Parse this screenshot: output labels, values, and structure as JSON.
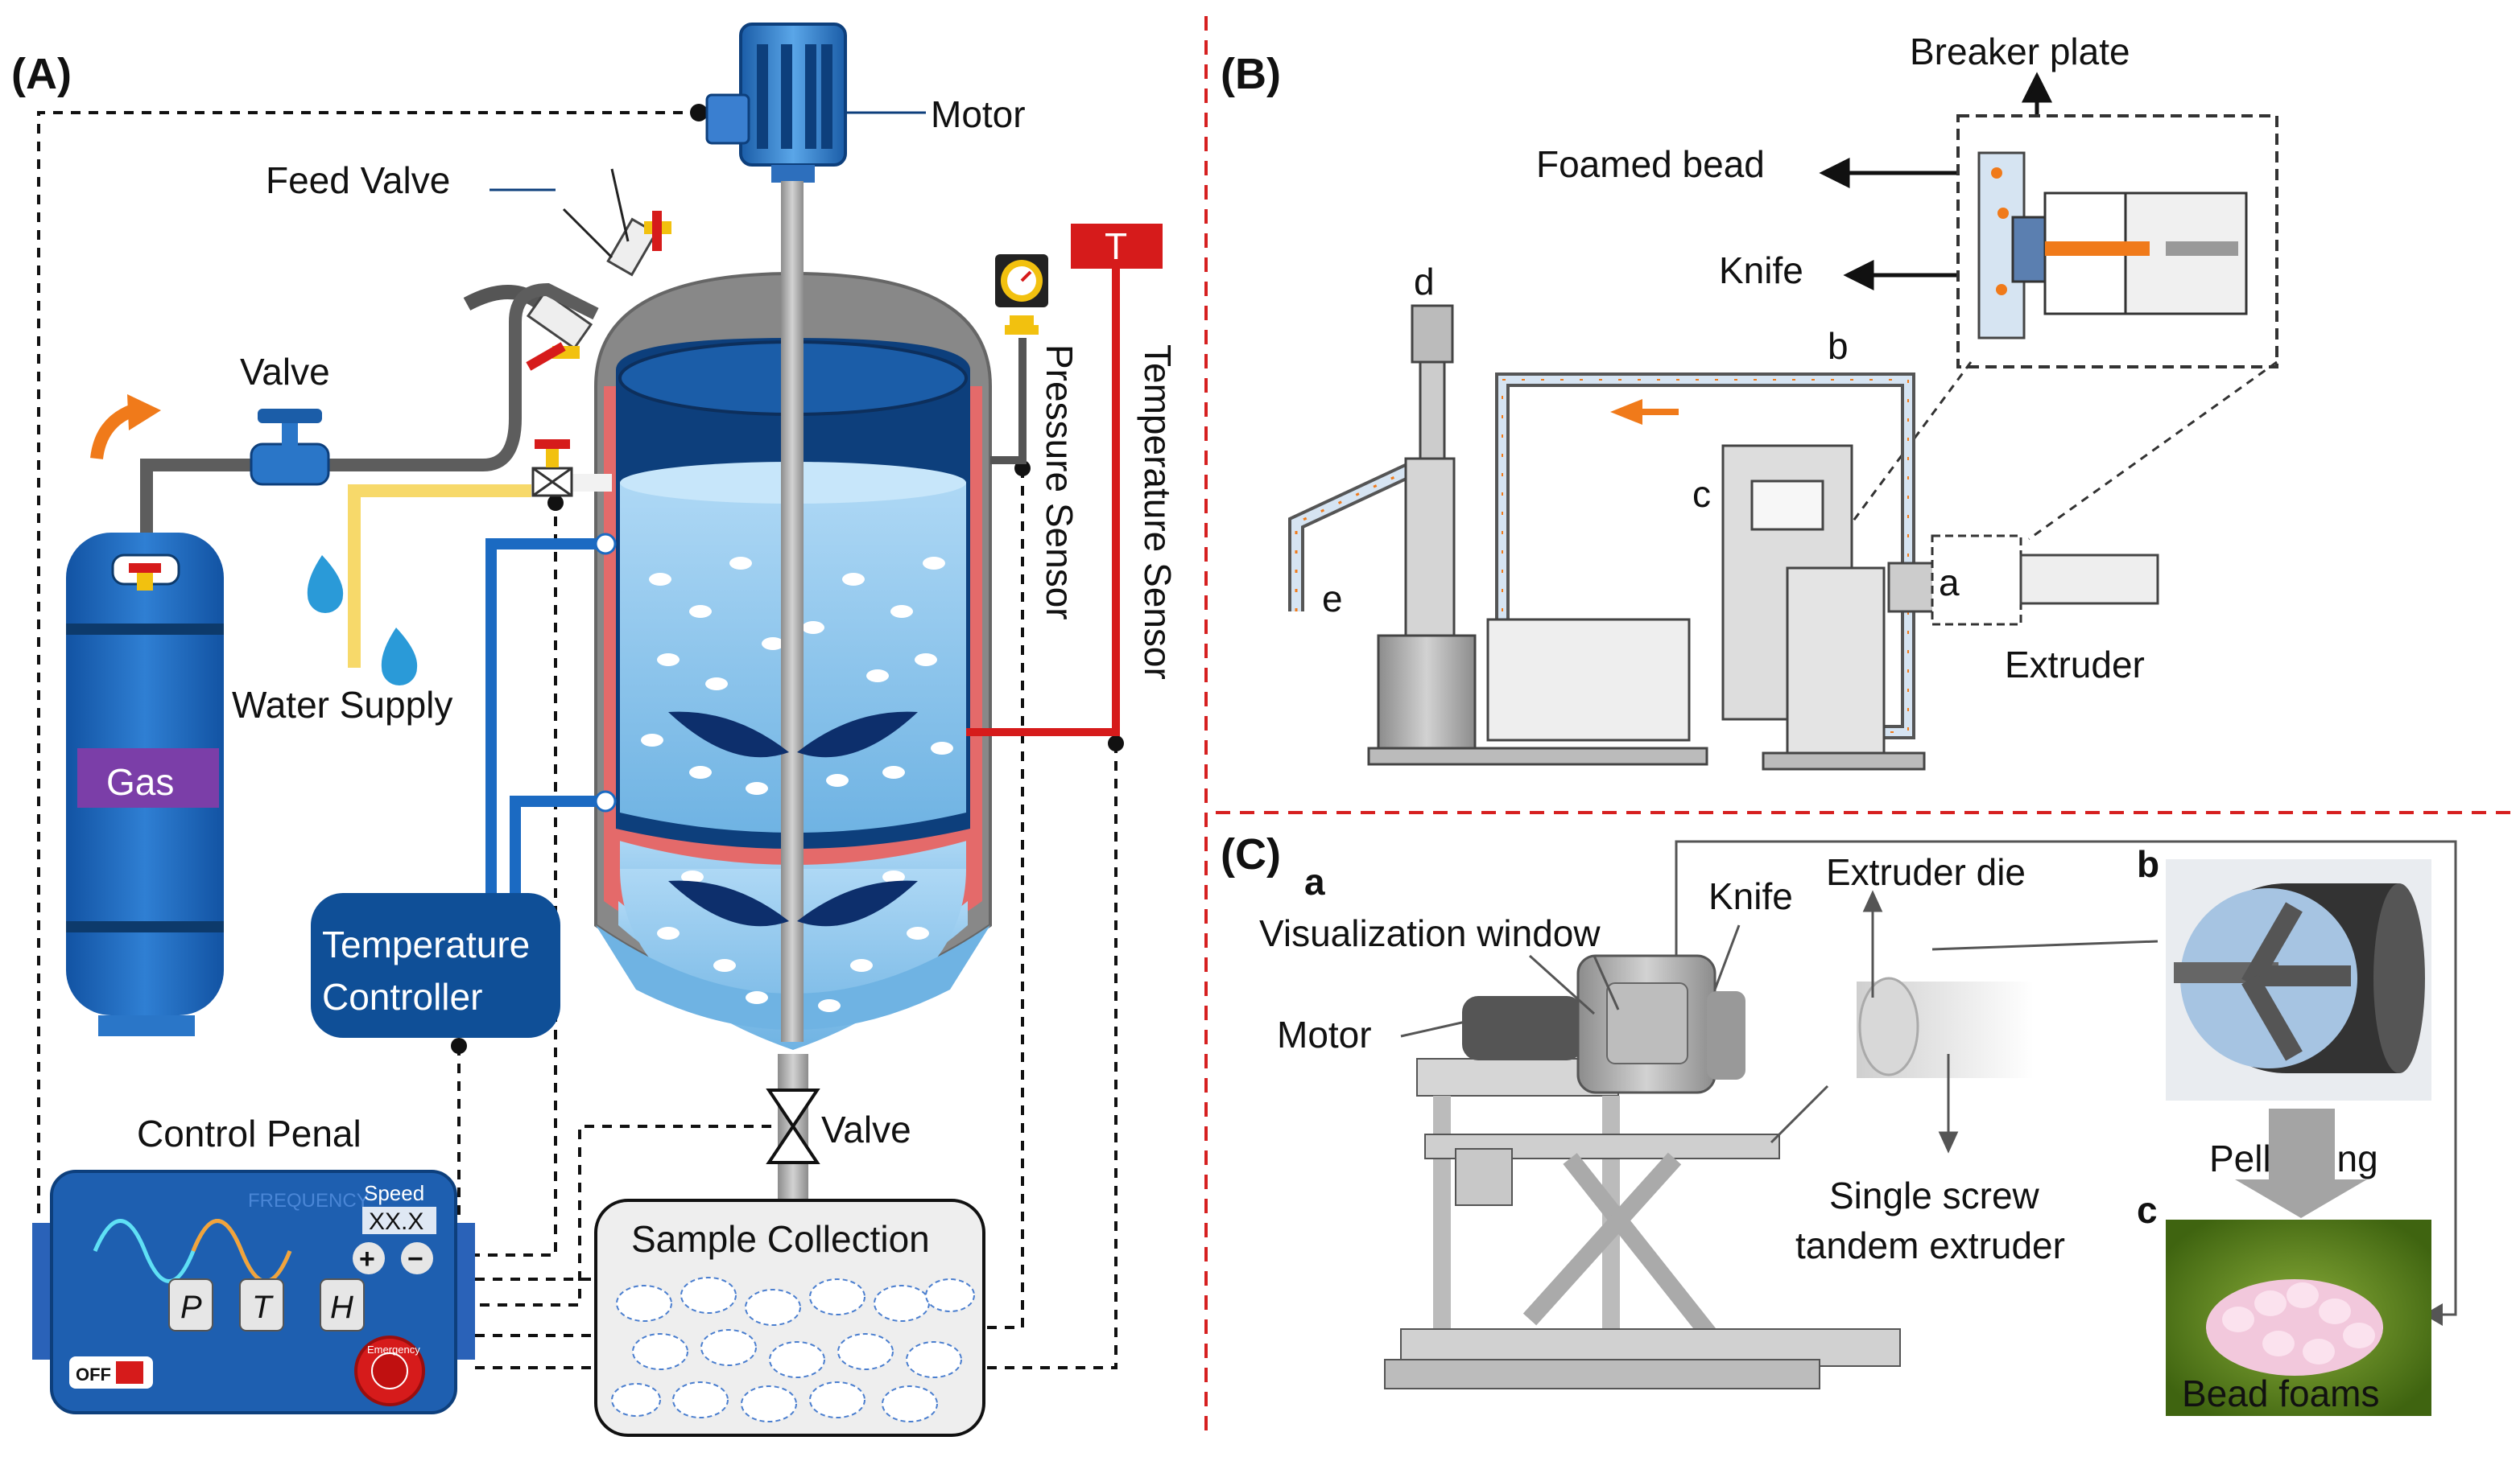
{
  "panels": {
    "a": "(A)",
    "b": "(B)",
    "c": "(C)"
  },
  "panel_a": {
    "motor": "Motor",
    "feed_valve": "Feed Valve",
    "valve_top": "Valve",
    "water_supply": "Water Supply",
    "gas": "Gas",
    "temperature_controller_line1": "Temperature",
    "temperature_controller_line2": "Controller",
    "pressure_sensor": "Pressure Sensor",
    "temperature_sensor": "Temperature Sensor",
    "control_panel": "Control Penal",
    "valve_bottom": "Valve",
    "sample_collection": "Sample Collection",
    "speed_label": "Speed",
    "speed_value": "XX.X",
    "frequency": "FREQUENCY",
    "button_p": "P",
    "button_t": "T",
    "button_h": "H",
    "plus": "+",
    "minus": "−",
    "off": "OFF",
    "emergency": "Emergency",
    "temperature_t": "T"
  },
  "panel_b": {
    "breaker_plate": "Breaker plate",
    "foamed_bead": "Foamed bead",
    "knife": "Knife",
    "extruder": "Extruder",
    "label_a": "a",
    "label_b": "b",
    "label_c": "c",
    "label_d": "d",
    "label_e": "e"
  },
  "panel_c": {
    "sub_a": "a",
    "sub_b": "b",
    "sub_c": "c",
    "visualization_window": "Visualization window",
    "knife": "Knife",
    "extruder_die": "Extruder die",
    "motor": "Motor",
    "single_screw_line1": "Single screw",
    "single_screw_line2": "tandem extruder",
    "pelletizing": "Pelletizing",
    "bead_foams": "Bead foams"
  },
  "colors": {
    "tank_blue": "#1f5fb0",
    "liquid": "#8ec8ec",
    "sensor_red": "#d61b1b",
    "water_yellow": "#f7d96a",
    "gas_purple": "#7b3ea8",
    "orange_flow": "#f07a1a",
    "divider_red": "#d62020",
    "bead_green": "#5f8a16"
  }
}
